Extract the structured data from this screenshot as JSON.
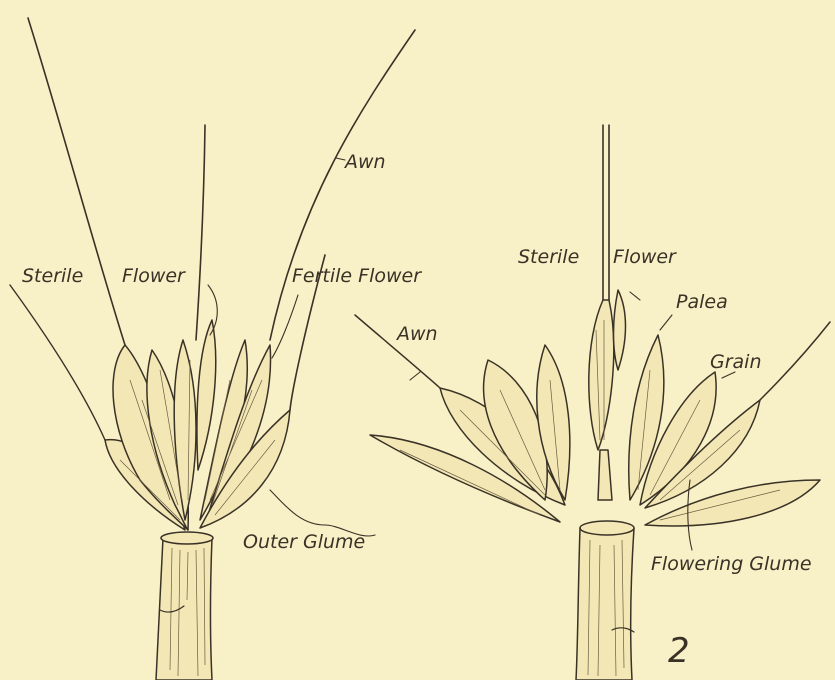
{
  "figure_number": "2",
  "left_labels": {
    "sterile": "Sterile",
    "flower": "Flower",
    "fertile_flower": "Fertile Flower",
    "awn": "Awn",
    "outer_glume": "Outer Glume"
  },
  "right_labels": {
    "sterile": "Sterile",
    "flower": "Flower",
    "palea": "Palea",
    "grain": "Grain",
    "awn": "Awn",
    "flowering_glume": "Flowering Glume"
  },
  "colors": {
    "paper": "#f8f0c6",
    "ink": "#3a3226"
  }
}
